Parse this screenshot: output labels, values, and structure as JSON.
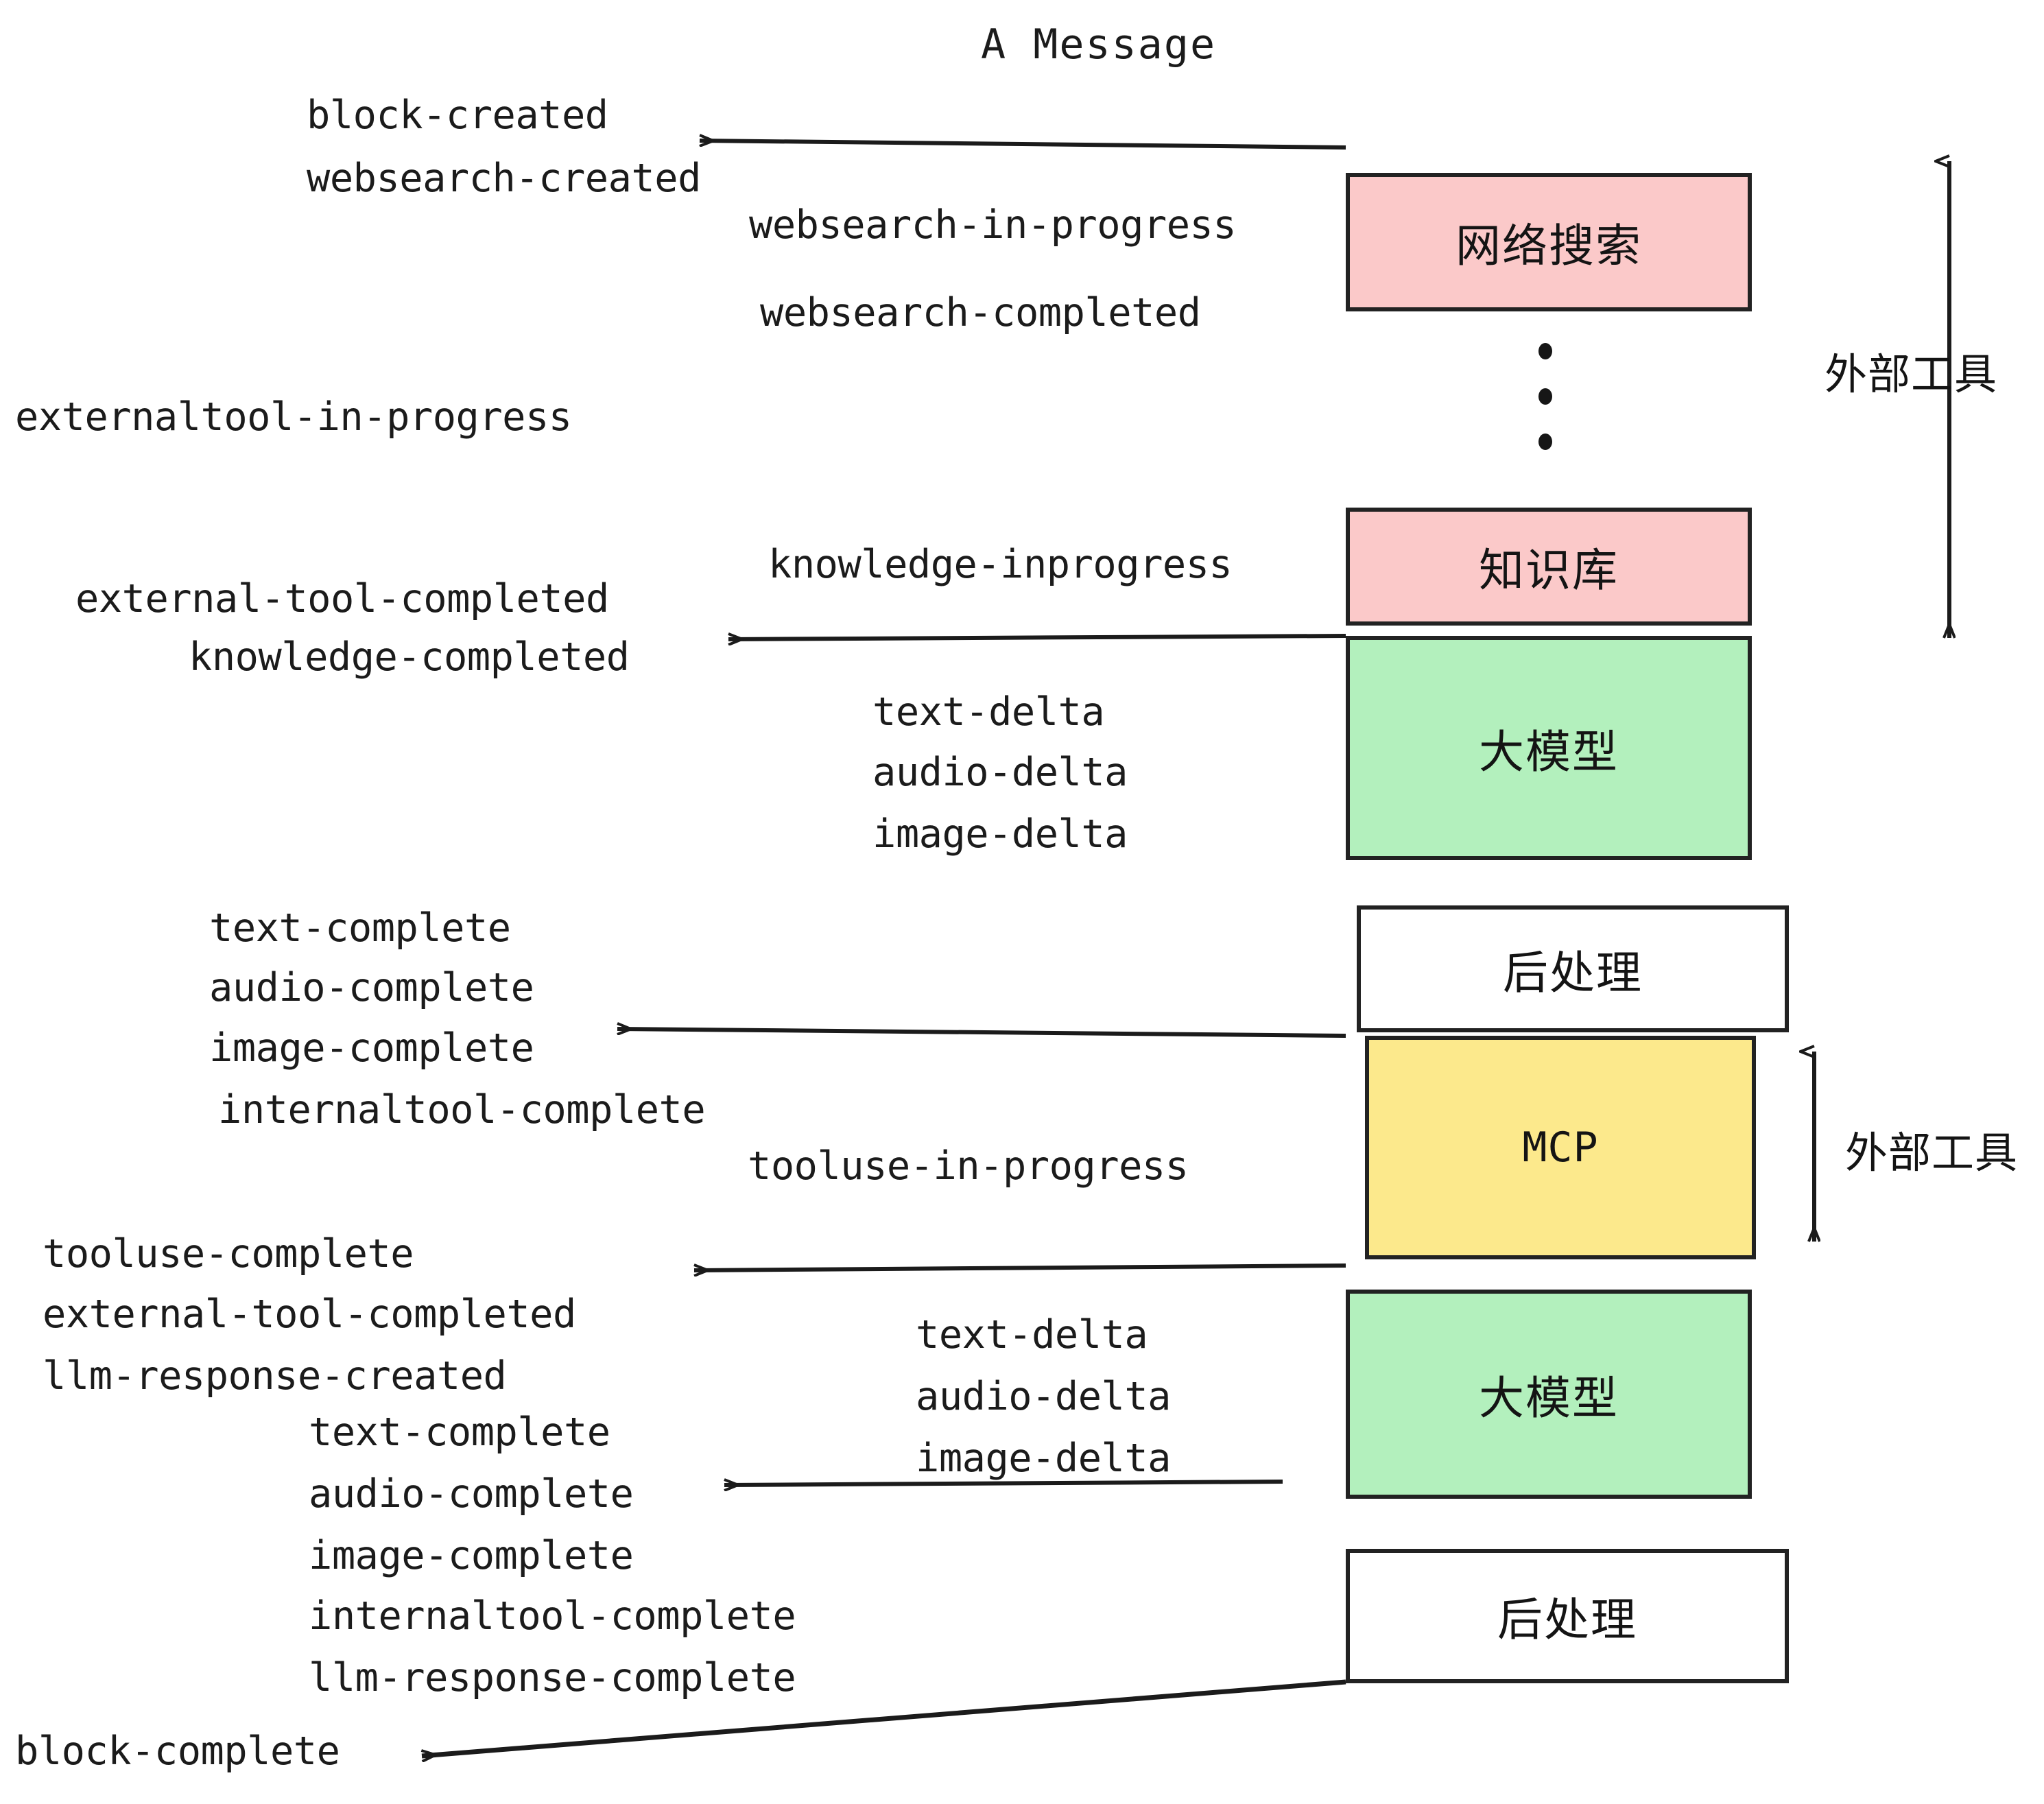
{
  "title": "A Message",
  "colors": {
    "pink": "#FBC9C9",
    "green": "#B3F0BD",
    "yellow": "#FCE98C",
    "white": "#FFFFFF",
    "stroke": "#222222",
    "text": "#1B1B1B",
    "background": "#FFFFFF"
  },
  "nodes": [
    {
      "id": "websearch",
      "label": "网络搜索",
      "fill": "#FBC9C9"
    },
    {
      "id": "knowledgebase",
      "label": "知识库",
      "fill": "#FBC9C9"
    },
    {
      "id": "llm-1",
      "label": "大模型",
      "fill": "#B3F0BD"
    },
    {
      "id": "postprocess-1",
      "label": "后处理",
      "fill": "#FFFFFF"
    },
    {
      "id": "mcp",
      "label": "MCP",
      "fill": "#FCE98C"
    },
    {
      "id": "llm-2",
      "label": "大模型",
      "fill": "#B3F0BD"
    },
    {
      "id": "postprocess-2",
      "label": "后处理",
      "fill": "#FFFFFF"
    }
  ],
  "side_labels": [
    {
      "id": "external-tools-top",
      "label": "外部工具"
    },
    {
      "id": "external-tools-bottom",
      "label": "外部工具"
    }
  ],
  "events": [
    {
      "id": "block-created",
      "text": "block-created"
    },
    {
      "id": "websearch-created",
      "text": "websearch-created"
    },
    {
      "id": "websearch-in-progress",
      "text": "websearch-in-progress"
    },
    {
      "id": "websearch-completed",
      "text": "websearch-completed"
    },
    {
      "id": "externaltool-in-progress",
      "text": "externaltool-in-progress"
    },
    {
      "id": "knowledge-inprogress",
      "text": "knowledge-inprogress"
    },
    {
      "id": "external-tool-completed-1",
      "text": "external-tool-completed"
    },
    {
      "id": "knowledge-completed",
      "text": "knowledge-completed"
    },
    {
      "id": "text-delta-1",
      "text": "text-delta"
    },
    {
      "id": "audio-delta-1",
      "text": "audio-delta"
    },
    {
      "id": "image-delta-1",
      "text": "image-delta"
    },
    {
      "id": "text-complete-1",
      "text": "text-complete"
    },
    {
      "id": "audio-complete-1",
      "text": "audio-complete"
    },
    {
      "id": "image-complete-1",
      "text": "image-complete"
    },
    {
      "id": "internaltool-complete-1",
      "text": "internaltool-complete"
    },
    {
      "id": "tooluse-in-progress",
      "text": "tooluse-in-progress"
    },
    {
      "id": "tooluse-complete",
      "text": "tooluse-complete"
    },
    {
      "id": "external-tool-completed-2",
      "text": "external-tool-completed"
    },
    {
      "id": "llm-response-created",
      "text": "llm-response-created"
    },
    {
      "id": "text-delta-2",
      "text": "text-delta"
    },
    {
      "id": "audio-delta-2",
      "text": "audio-delta"
    },
    {
      "id": "image-delta-2",
      "text": "image-delta"
    },
    {
      "id": "text-complete-2",
      "text": "text-complete"
    },
    {
      "id": "audio-complete-2",
      "text": "audio-complete"
    },
    {
      "id": "image-complete-2",
      "text": "image-complete"
    },
    {
      "id": "internaltool-complete-2",
      "text": "internaltool-complete"
    },
    {
      "id": "llm-response-complete",
      "text": "llm-response-complete"
    },
    {
      "id": "block-complete",
      "text": "block-complete"
    }
  ]
}
